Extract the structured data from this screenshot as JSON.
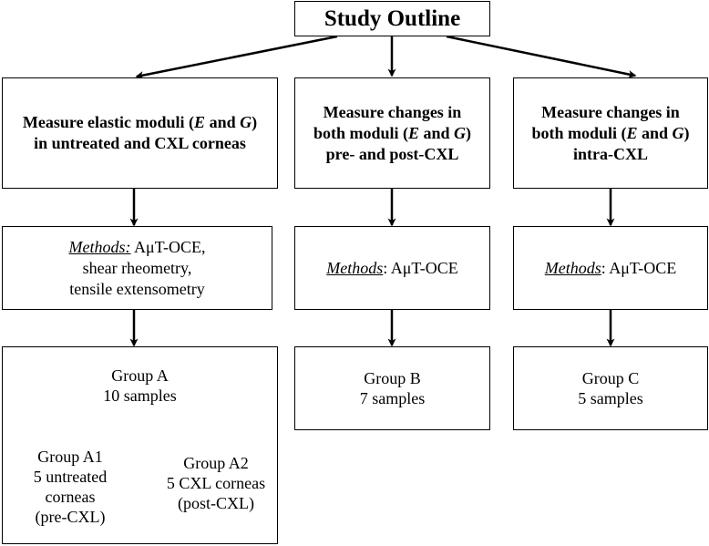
{
  "title": "Study Outline",
  "columns": [
    {
      "goal": {
        "lines": [
          {
            "pre": "Measure elastic moduli (",
            "e": "E",
            "mid": " and ",
            "g": "G",
            "post": ")"
          },
          {
            "text": "in untreated and CXL corneas"
          }
        ]
      },
      "methods": {
        "label": "Methods:",
        "first": " AμT-OCE,",
        "rest": [
          "shear rheometry,",
          "tensile extensometry"
        ]
      },
      "group": {
        "name": "Group A",
        "samples": "10 samples",
        "subgroups": [
          {
            "name": "Group A1",
            "lines": [
              "5 untreated",
              "corneas",
              "(pre-CXL)"
            ]
          },
          {
            "name": "Group A2",
            "lines": [
              "5 CXL corneas",
              "(post-CXL)"
            ]
          }
        ]
      }
    },
    {
      "goal": {
        "lines": [
          {
            "text": "Measure changes in"
          },
          {
            "pre": "both moduli (",
            "e": "E",
            "mid": " and ",
            "g": "G",
            "post": ")"
          },
          {
            "text": "pre- and post-CXL"
          }
        ]
      },
      "methods": {
        "label": "Methods",
        "first": ": AμT-OCE"
      },
      "group": {
        "name": "Group B",
        "samples": "7 samples"
      }
    },
    {
      "goal": {
        "lines": [
          {
            "text": "Measure changes in"
          },
          {
            "pre": "both moduli (",
            "e": "E",
            "mid": " and ",
            "g": "G",
            "post": ")"
          },
          {
            "text": "intra-CXL"
          }
        ]
      },
      "methods": {
        "label": "Methods",
        "first": ": AμT-OCE"
      },
      "group": {
        "name": "Group C",
        "samples": "5 samples"
      }
    }
  ]
}
